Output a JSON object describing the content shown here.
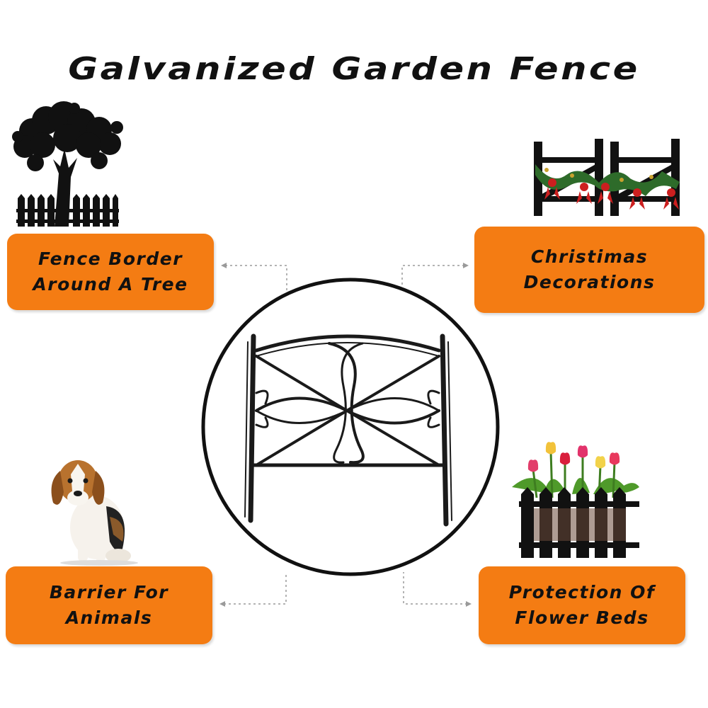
{
  "title": "Galvanized Garden Fence",
  "labels": {
    "top_left": "Fence Border\nAround A Tree",
    "top_right": "Christimas\nDecorations",
    "bottom_left": "Barrier For\nAnimals",
    "bottom_right": "Protection Of\nFlower Beds"
  },
  "colors": {
    "label_background": "#f47c13",
    "text": "#111111",
    "connector": "#9a9a9a"
  },
  "icons": {
    "top_left": "tree-with-picket-fence",
    "top_right": "fence-with-christmas-garland",
    "center": "metal-garden-fence-panel",
    "bottom_left": "beagle-dog",
    "bottom_right": "tulips-behind-fence"
  }
}
